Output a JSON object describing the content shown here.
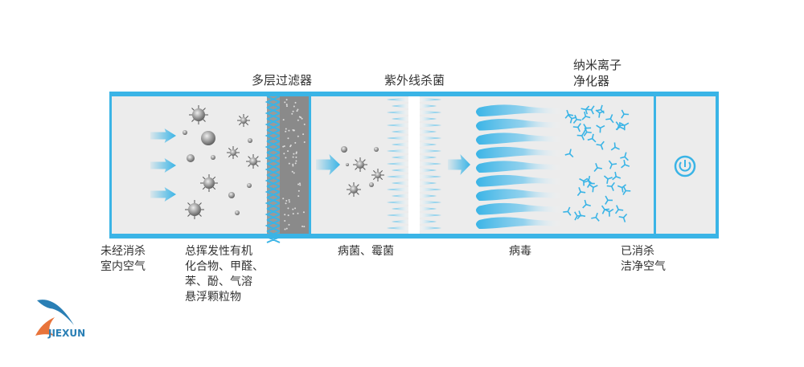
{
  "colors": {
    "accent": "#3ab4e6",
    "panel": "#ececec",
    "filter": "#8a8a8a",
    "text": "#333333",
    "logo_blue": "#2a7fb5",
    "logo_orange": "#e8743b"
  },
  "top_labels": {
    "filter": "多层过滤器",
    "uv": "紫外线杀菌",
    "ion_line1": "纳米离子",
    "ion_line2": "净化器"
  },
  "bottom_labels": {
    "untreated": "未经消杀\n室内空气",
    "pollutants": "总挥发性有机\n化合物、甲醛、\n苯、酚、气溶\n悬浮颗粒物",
    "bacteria": "病菌、霉菌",
    "virus": "病毒",
    "clean": "已消杀\n洁净空气"
  },
  "logo": {
    "text": "JIEXUN"
  },
  "icons": {
    "power": "power-icon",
    "arrow": "airflow-arrow-icon"
  }
}
